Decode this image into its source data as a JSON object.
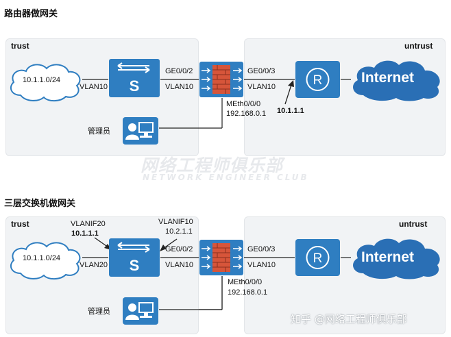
{
  "sections": [
    {
      "title": "路由器做网关",
      "zone_trust": "trust",
      "zone_untrust": "untrust",
      "cloud_subnet": "10.1.1.0/24",
      "switch_port": "VLAN10",
      "fw_port_left": "GE0/0/2",
      "fw_vlan_left": "VLAN10",
      "fw_port_right": "GE0/0/3",
      "fw_vlan_right": "VLAN10",
      "mgmt_port": "MEth0/0/0",
      "mgmt_ip": "192.168.0.1",
      "gateway_ip": "10.1.1.1",
      "admin_label": "管理员",
      "internet_label": "Internet"
    },
    {
      "title": "三层交换机做网关",
      "zone_trust": "trust",
      "zone_untrust": "untrust",
      "cloud_subnet": "10.1.1.0/24",
      "switch_port": "VLAN20",
      "vlanif20_label": "VLANIF20",
      "vlanif20_ip": "10.1.1.1",
      "vlanif10_label": "VLANIF10",
      "vlanif10_ip": "10.2.1.1",
      "fw_port_left": "GE0/0/2",
      "fw_vlan_left": "VLAN10",
      "fw_port_right": "GE0/0/3",
      "fw_vlan_right": "VLAN10",
      "mgmt_port": "MEth0/0/0",
      "mgmt_ip": "192.168.0.1",
      "admin_label": "管理员",
      "internet_label": "Internet"
    }
  ],
  "watermark": {
    "cn": "网络工程师俱乐部",
    "en": "NETWORK ENGINEER CLUB"
  },
  "credit": "知乎 @网络工程师俱乐部",
  "colors": {
    "device_blue": "#2f7ec1",
    "internet_blue": "#2a6fb5",
    "firewall_red": "#d6553a",
    "zone_bg": "#f1f3f5"
  }
}
